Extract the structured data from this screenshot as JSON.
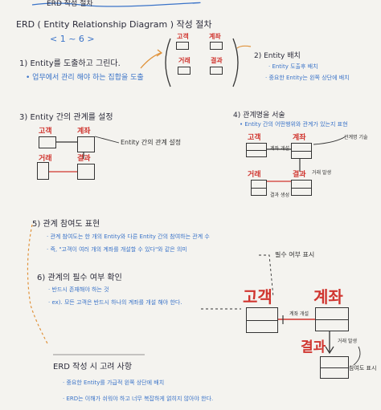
{
  "top_cut": "ERD 작성 절차",
  "header": {
    "title": "ERD ( Entity Relationship Diagram )  작성 절차",
    "range": "< 1 ~ 6 >"
  },
  "step1": {
    "heading": "1) Entity를 도출하고 그린다.",
    "bullet": "• 업무에서 관리 해야 하는 집합을 도출"
  },
  "step2": {
    "heading": "2) Entity 배치",
    "bullets": [
      "· Entity 도출후 배치",
      "· 중요한 Entity는 왼쪽 상단에 배치"
    ]
  },
  "step3": {
    "heading": "3) Entity 간의 관계를 설정",
    "note": "Entity 간의 관계 설정"
  },
  "step4": {
    "heading": "4) 관계명을 서술",
    "bullet": "• Entity 간의 어떤행위와 관계가 있는지 표현",
    "labels": {
      "r1": "계좌 개설",
      "r2": "관계명 기술",
      "r3": "거래 발생",
      "r4": "결과 생성"
    }
  },
  "step5": {
    "heading": "5) 관계 참여도 표현",
    "bullets": [
      "· 관계 참여도는 한 개의 Entity와 다른 Entity 간의 참여하는 관계 수",
      "· 즉, \"고객이 여러 개의 계좌를 개설할 수 있다\"와 같은 의미"
    ]
  },
  "step6": {
    "heading": "6) 관계의 필수 여부 확인",
    "bullets": [
      "· 반드시 존재해야 하는 것",
      "· ex). 모든 고객은 반드시 하나의 계좌를 개설 해야 한다."
    ]
  },
  "consider": {
    "heading": "ERD 작성 시  고려 사항",
    "bullets": [
      "· 중요한 Entity를 가급적 왼쪽 상단에 배치",
      "· ERD는 이해가 쉬워야 하고 너무 복잡하게 얽히지 않아야 한다."
    ]
  },
  "entities": {
    "customer": "고객",
    "account": "계좌",
    "transaction": "거래",
    "result": "결과"
  },
  "big_diagram": {
    "required": "필수 여부 표시",
    "r1": "계좌 개설",
    "r2": "거래 발생",
    "r3": "참여도 표시"
  }
}
